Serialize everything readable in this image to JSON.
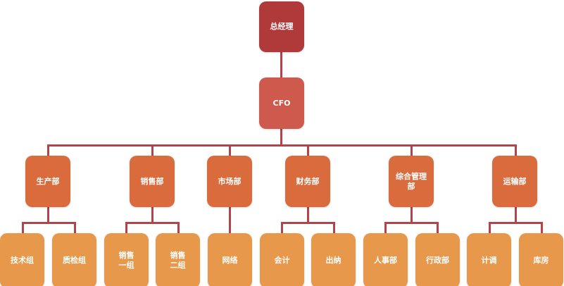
{
  "root": {
    "label": "总经理"
  },
  "cfo": {
    "label": "CFO"
  },
  "departments": [
    {
      "label": "生产部",
      "children": [
        "技术组",
        "质检组"
      ]
    },
    {
      "label": "销售部",
      "children": [
        "销售一组",
        "销售二组"
      ]
    },
    {
      "label": "市场部",
      "children": [
        "网络"
      ]
    },
    {
      "label": "财务部",
      "children": [
        "会计",
        "出纳"
      ]
    },
    {
      "label": "综合管理部",
      "children": [
        "人事部",
        "行政部"
      ]
    },
    {
      "label": "运输部",
      "children": [
        "计调",
        "库房"
      ]
    }
  ],
  "colors": {
    "root": "#b0393a",
    "cfo": "#cd5a4c",
    "department": "#d96b3d",
    "team": "#e8984a",
    "connector": "#b5434a"
  }
}
